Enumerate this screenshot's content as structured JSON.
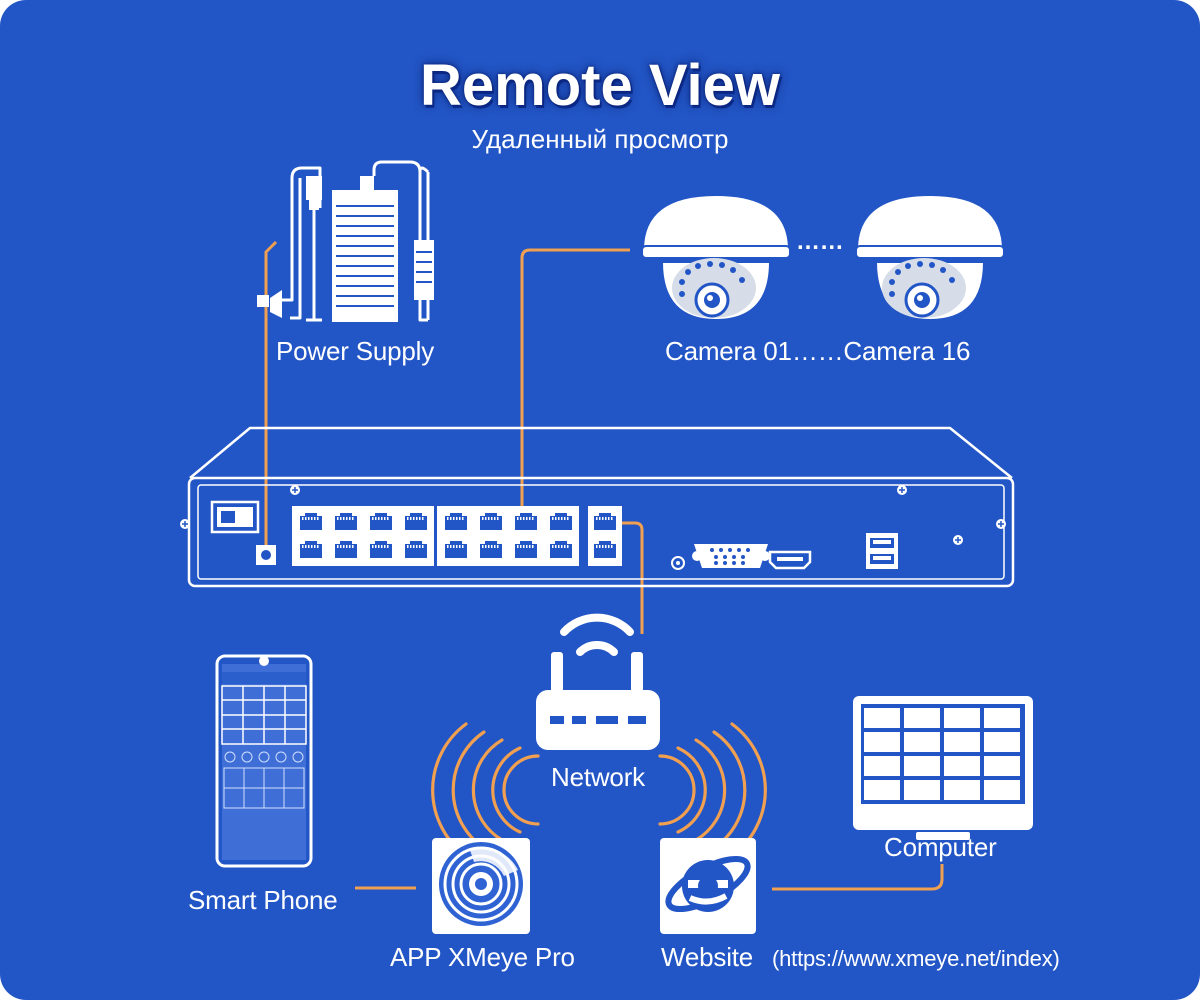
{
  "title": "Remote View",
  "subtitle": "Удаленный просмотр",
  "labels": {
    "power_supply": "Power Supply",
    "cameras": "Camera 01……Camera 16",
    "camera_dots": "……",
    "network": "Network",
    "computer": "Computer",
    "smart_phone": "Smart Phone",
    "app": "APP XMeye Pro",
    "website": "Website",
    "website_url": "(https://www.xmeye.net/index)"
  },
  "icons": {
    "power": "power-adapter-icon",
    "camera": "dome-camera-icon",
    "nvr": "nvr-recorder-icon",
    "router": "wifi-router-icon",
    "phone": "smartphone-icon",
    "monitor": "computer-monitor-icon",
    "app": "xmeye-app-icon",
    "browser": "internet-explorer-icon"
  },
  "colors": {
    "background": "#2255c5",
    "line": "#ffffff",
    "connector": "#f0a050"
  }
}
